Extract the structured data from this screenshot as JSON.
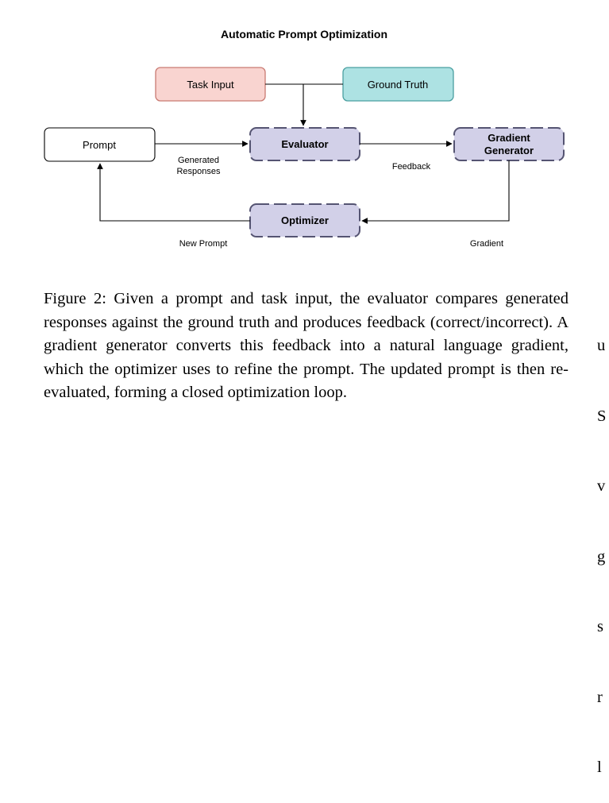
{
  "diagram": {
    "title": "Automatic Prompt Optimization",
    "nodes": {
      "task_input": "Task Input",
      "ground_truth": "Ground Truth",
      "prompt": "Prompt",
      "evaluator": "Evaluator",
      "gradient_generator_line1": "Gradient",
      "gradient_generator_line2": "Generator",
      "optimizer": "Optimizer"
    },
    "edge_labels": {
      "generated_responses_line1": "Generated",
      "generated_responses_line2": "Responses",
      "feedback": "Feedback",
      "gradient": "Gradient",
      "new_prompt": "New Prompt"
    },
    "colors": {
      "task_input_fill": "#f9d4d0",
      "task_input_stroke": "#c97a72",
      "ground_truth_fill": "#ade2e3",
      "ground_truth_stroke": "#4a9fa0",
      "process_fill": "#d2d0e8",
      "process_stroke": "#555472"
    }
  },
  "caption": {
    "label": "Figure 2:",
    "text": "Given a prompt and task input, the evaluator compares generated responses against the ground truth and produces feedback (correct/incorrect). A gradient generator converts this feedback into a natural language gradient, which the optimizer uses to refine the prompt. The updated prompt is then re-evaluated, forming a closed optimization loop."
  },
  "clipped_column": [
    "u",
    "S",
    "v",
    "g",
    "s",
    "r",
    "l"
  ]
}
